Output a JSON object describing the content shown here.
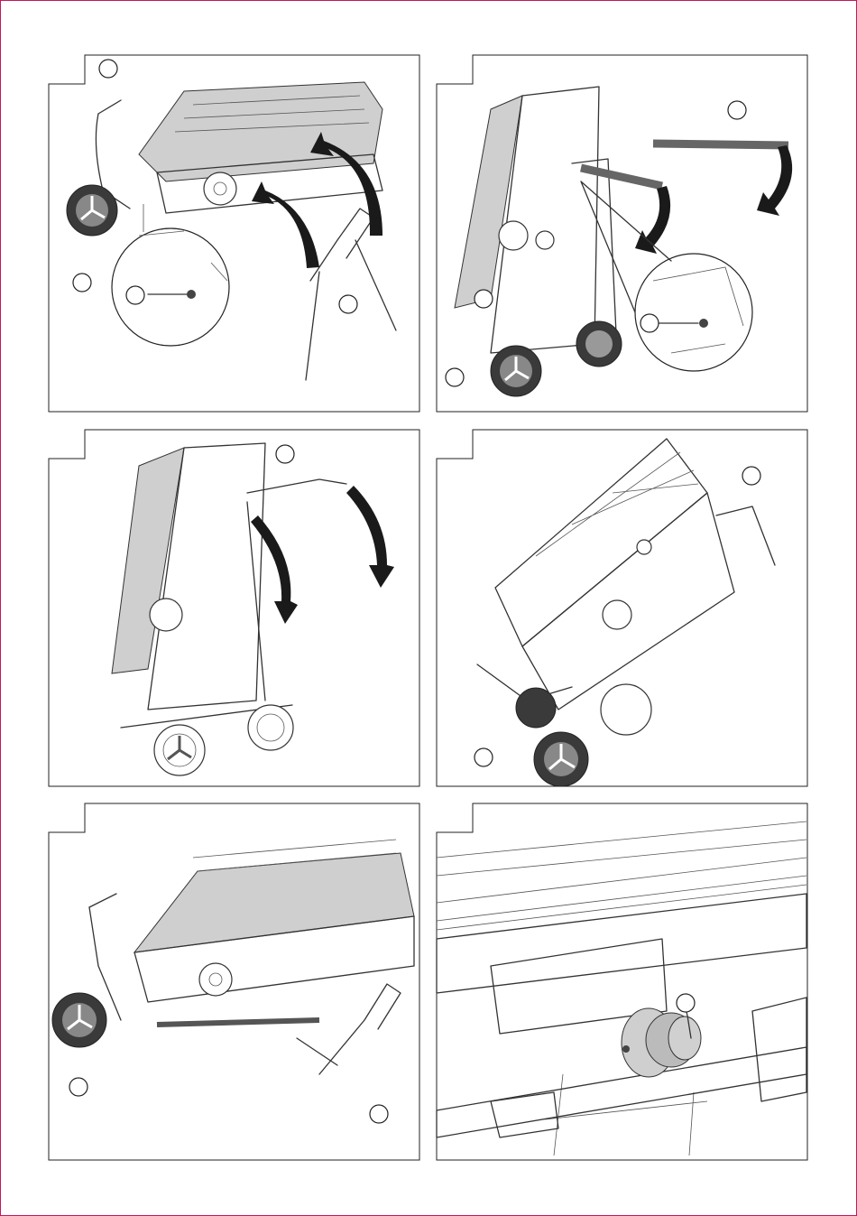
{
  "page": {
    "border_color": "#c2185b"
  },
  "panels": [
    {
      "id": "p1",
      "callouts": [
        "",
        "",
        "",
        ""
      ]
    },
    {
      "id": "p2",
      "callouts": [
        "",
        "",
        "",
        ""
      ]
    },
    {
      "id": "p3",
      "callouts": [
        ""
      ]
    },
    {
      "id": "p4",
      "callouts": [
        "",
        ""
      ]
    },
    {
      "id": "p5",
      "callouts": [
        "",
        ""
      ]
    },
    {
      "id": "p6",
      "callouts": [
        ""
      ]
    }
  ]
}
